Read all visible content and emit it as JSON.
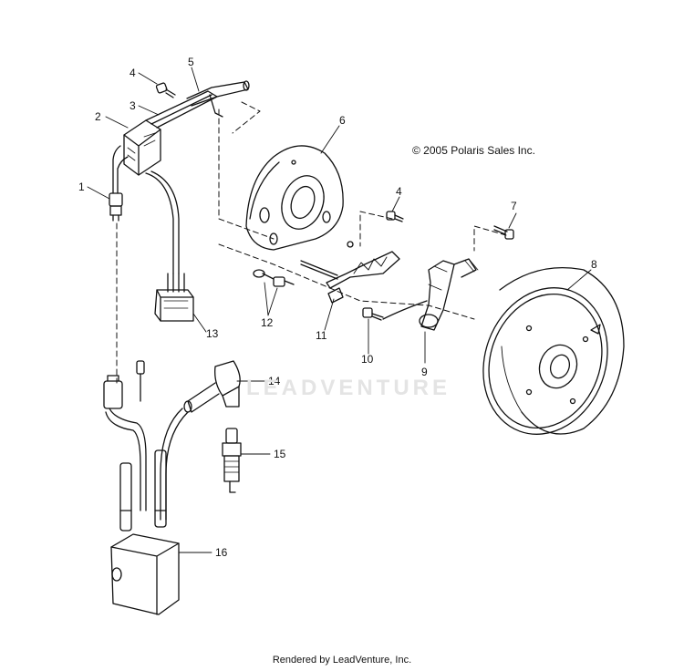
{
  "copyright": "© 2005 Polaris Sales Inc.",
  "footer": "Rendered by LeadVenture, Inc.",
  "watermark": "LEADVENTURE",
  "callouts": [
    "1",
    "2",
    "3",
    "4",
    "4",
    "5",
    "6",
    "7",
    "8",
    "9",
    "10",
    "11",
    "12",
    "13",
    "14",
    "15",
    "16"
  ]
}
